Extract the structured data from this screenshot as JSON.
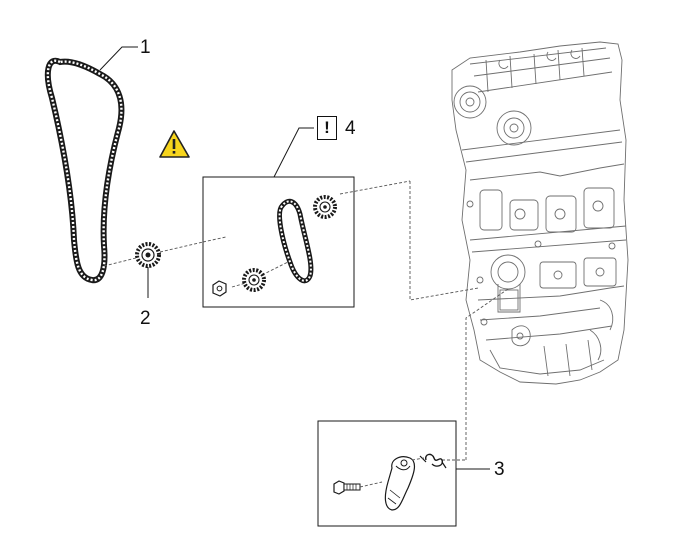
{
  "callouts": {
    "c1": "1",
    "c2": "2",
    "c3": "3",
    "c4": "4"
  },
  "attention_mark": "!",
  "colors": {
    "line": "#1a1a1a",
    "warning_fill": "#f7d51d",
    "warning_stroke": "#222222",
    "engine_line": "#6f6f6f",
    "background": "#ffffff"
  },
  "icons": [
    "warning-triangle-icon",
    "attention-box-icon"
  ]
}
